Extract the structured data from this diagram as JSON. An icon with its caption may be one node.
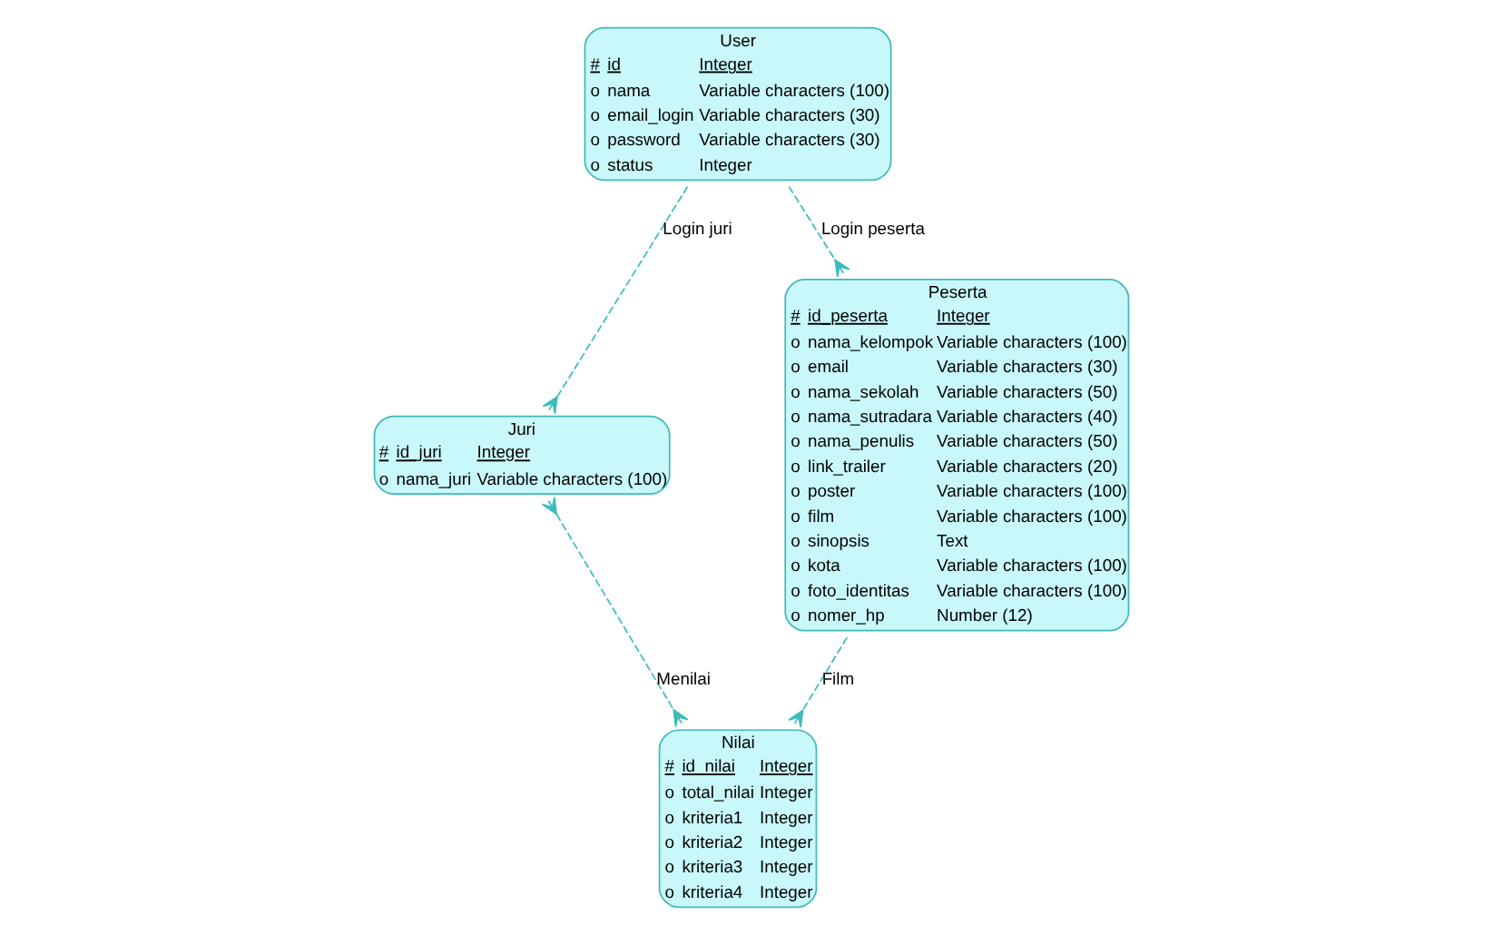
{
  "diagram": {
    "nodes": [
      {
        "text": [
          "User",
          "#",
          "id",
          "Integer",
          "o",
          "nama",
          "Variable characters (100)",
          "o",
          "email_login",
          "Variable characters (30)",
          "o",
          "password",
          "Variable characters (30)",
          "o",
          "status",
          "Integer"
        ]
      },
      {
        "text": [
          "Juri",
          "#",
          "id_juri",
          "Integer",
          "o",
          "nama_juri",
          "Variable characters (100)"
        ]
      },
      {
        "text": [
          "Nilai",
          "#",
          "id_nilai",
          "Integer",
          "o",
          "total_nilai",
          "Integer",
          "o",
          "kriteria1",
          "Integer",
          "o",
          "kriteria2",
          "Integer",
          "o",
          "kriteria3",
          "Integer",
          "o",
          "kriteria4",
          "Integer"
        ]
      },
      {
        "text": [
          "Peserta",
          "#",
          "id_peserta",
          "Integer",
          "o",
          "nama_kelompok",
          "Variable characters (100)",
          "o",
          "email",
          "Variable characters (30)",
          "o",
          "nama_sekolah",
          "Variable characters (50)",
          "o",
          "nama_sutradara",
          "Variable characters (40)",
          "o",
          "nama_penulis",
          "Variable characters (50)",
          "o",
          "link_trailer",
          "Variable characters (20)",
          "o",
          "poster",
          "Variable characters (100)",
          "o",
          "film",
          "Variable characters (100)",
          "o",
          "sinopsis",
          "Text",
          "o",
          "kota",
          "Variable characters (100)",
          "o",
          "foto_identitas",
          "Variable characters (100)",
          "o",
          "nomer_hp",
          "Number (12)"
        ]
      }
    ],
    "edges": [
      {
        "from": 0,
        "to": 1,
        "arrow": "other",
        "label": "Login juri",
        "style": "dashed"
      },
      {
        "from": 1,
        "to": 2,
        "arrow": "other",
        "label": "Menilai",
        "style": "dashed"
      },
      {
        "from": 3,
        "to": 2,
        "arrow": "other",
        "label": "Film",
        "style": "dashed"
      },
      {
        "from": 0,
        "to": 3,
        "arrow": "other",
        "label": "Login peserta",
        "style": "dashed"
      }
    ]
  }
}
